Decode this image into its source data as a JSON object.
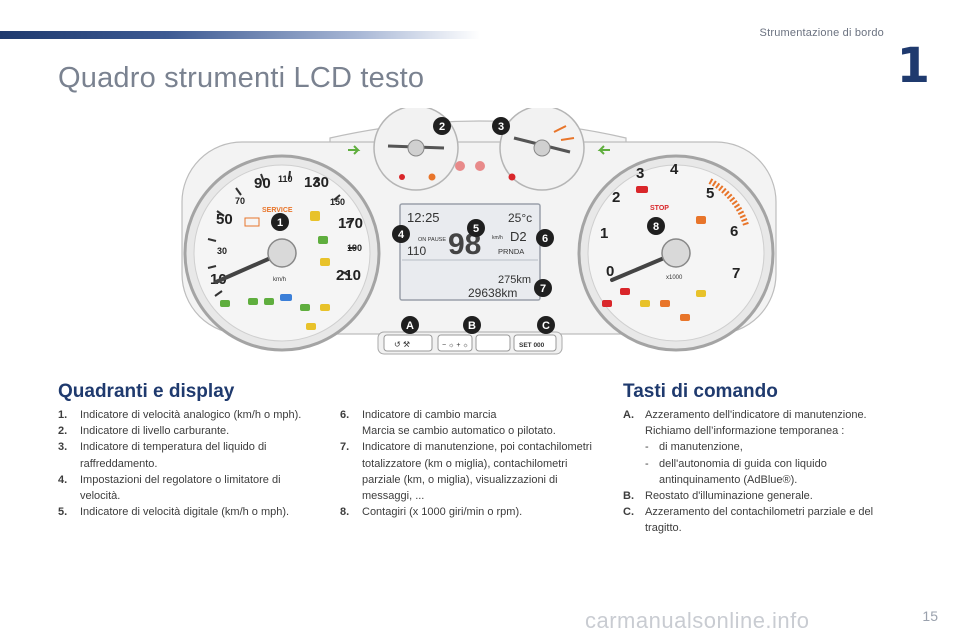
{
  "header": {
    "section": "Strumentazione di bordo",
    "chapter": "1"
  },
  "title": "Quadro strumenti LCD testo",
  "figure": {
    "speedo_ticks": [
      "10",
      "30",
      "50",
      "70",
      "90",
      "110",
      "130",
      "150",
      "170",
      "190",
      "210"
    ],
    "speedo_unit": "km/h",
    "service_label": "SERVICE",
    "rpm_ticks": [
      "0",
      "1",
      "2",
      "3",
      "4",
      "5",
      "6",
      "7"
    ],
    "rpm_unit": "x1000",
    "stop_label": "STOP",
    "lcd": {
      "time": "12:25",
      "temp": "25°c",
      "speed": "98",
      "speed_unit": "km/h",
      "gear": "D2",
      "gear_strip": "PRNDA",
      "limiter": "110",
      "on_pause": "ON PAUSE",
      "trip": "275km",
      "total": "29638km"
    },
    "callouts": [
      "1",
      "2",
      "3",
      "4",
      "5",
      "6",
      "7",
      "8"
    ],
    "buttons": [
      {
        "letter": "A",
        "text": "↺ ⚒"
      },
      {
        "letter": "B",
        "text": "− ☼   + ☼"
      },
      {
        "letter": "C",
        "text": "SET 000"
      }
    ]
  },
  "left_section": {
    "heading": "Quadranti e display",
    "items": [
      {
        "key": "1.",
        "text": "Indicatore di velocità analogico (km/h o mph)."
      },
      {
        "key": "2.",
        "text": "Indicatore di livello carburante."
      },
      {
        "key": "3.",
        "text": "Indicatore di temperatura del liquido di raffreddamento."
      },
      {
        "key": "4.",
        "text": "Impostazioni del regolatore o limitatore di velocità."
      },
      {
        "key": "5.",
        "text": "Indicatore di velocità digitale (km/h o mph)."
      }
    ],
    "items2": [
      {
        "key": "6.",
        "text": "Indicatore di cambio marcia",
        "sub": "Marcia se cambio automatico o pilotato."
      },
      {
        "key": "7.",
        "text": "Indicatore di manutenzione, poi contachilometri totalizzatore (km o miglia), contachilometri parziale (km, o miglia), visualizzazioni di messaggi, ..."
      },
      {
        "key": "8.",
        "text": "Contagiri (x 1000 giri/min o rpm)."
      }
    ]
  },
  "right_section": {
    "heading": "Tasti di comando",
    "items": [
      {
        "key": "A.",
        "text": "Azzeramento dell'indicatore di manutenzione.",
        "sub": "Richiamo dell’informazione temporanea :",
        "dashes": [
          "di manutenzione,",
          "dell'autonomia di guida con liquido antinquinamento (AdBlue®)."
        ]
      },
      {
        "key": "B.",
        "text": "Reostato d'illuminazione generale."
      },
      {
        "key": "C.",
        "text": "Azzeramento del contachilometri parziale e del tragitto."
      }
    ]
  },
  "footer": {
    "page": "15",
    "watermark": "carmanualsonline.info"
  },
  "colors": {
    "brand": "#1f3a6e",
    "title": "#7a8290",
    "callout": "#1f1f1f",
    "warning_orange": "#e8752a",
    "warning_red": "#d9262a",
    "indicator_green": "#5fae3e"
  }
}
